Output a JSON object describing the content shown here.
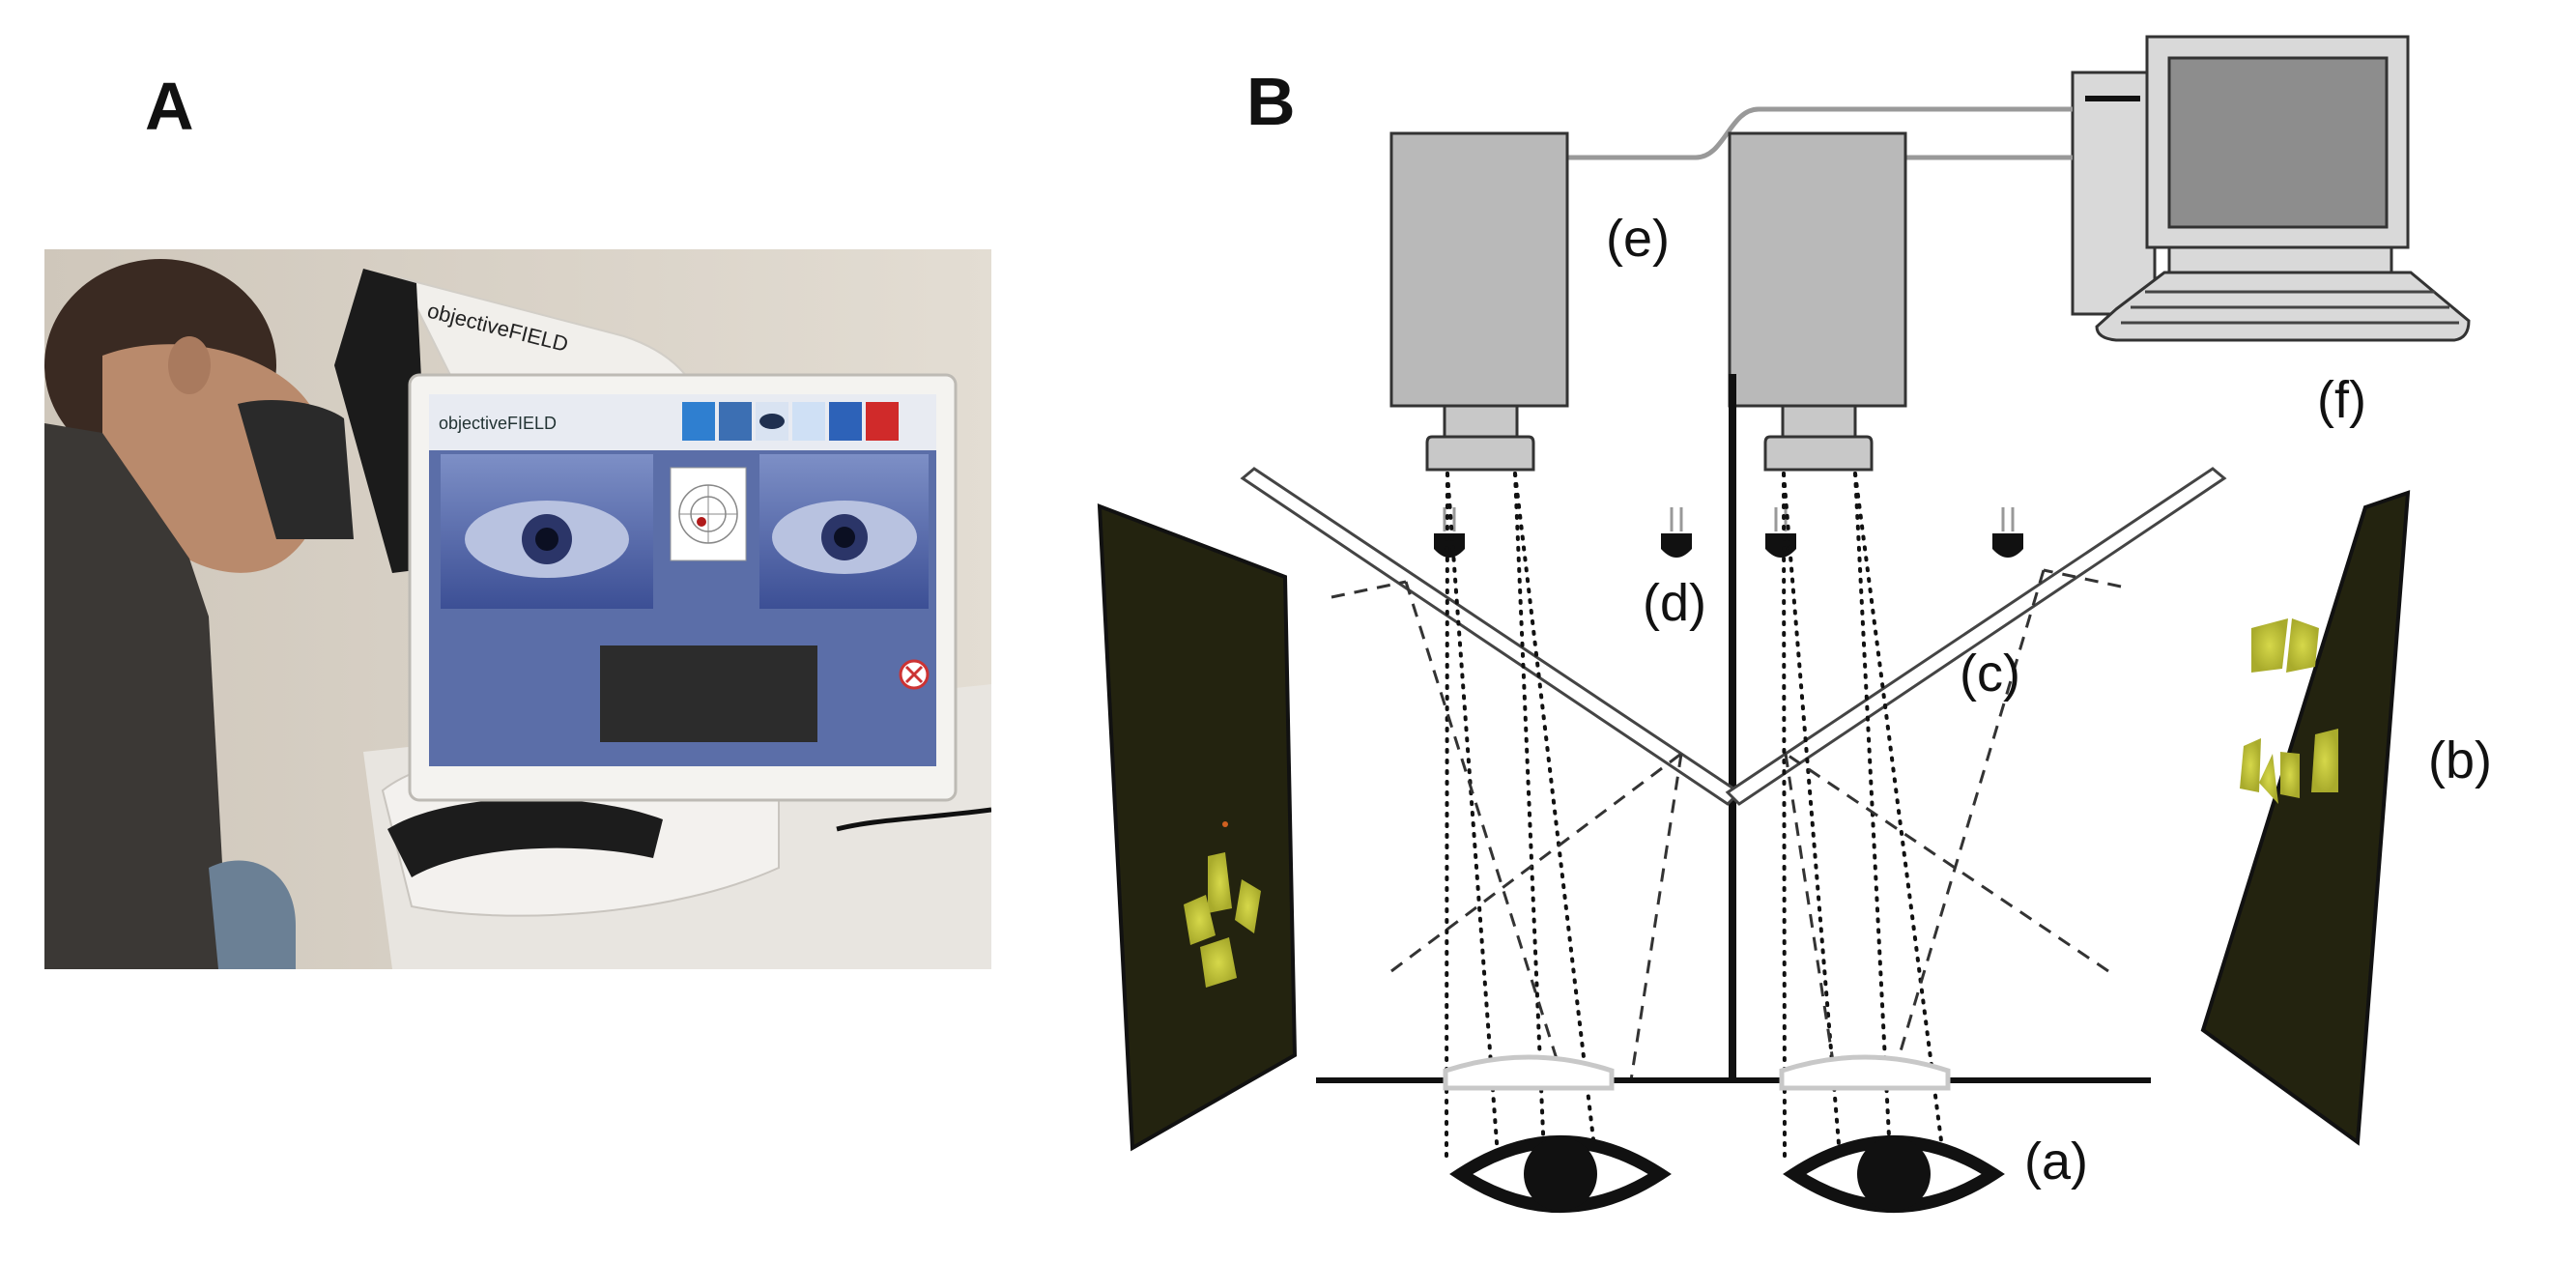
{
  "figure": {
    "panel_a_label": "A",
    "panel_b_label": "B"
  },
  "photo": {
    "device_brand_text": "objectiveFIELD",
    "screen_title_text": "objectiveFIELD"
  },
  "diagram": {
    "callouts": {
      "a": "(a)",
      "b": "(b)",
      "c": "(c)",
      "d": "(d)",
      "e": "(e)",
      "f": "(f)"
    }
  },
  "colors": {
    "camera_gray": "#b9b9b9",
    "screen_dark": "#23230f",
    "stimulus_yellow": "#c7c83a",
    "lens_outline": "#c8c8c8"
  }
}
